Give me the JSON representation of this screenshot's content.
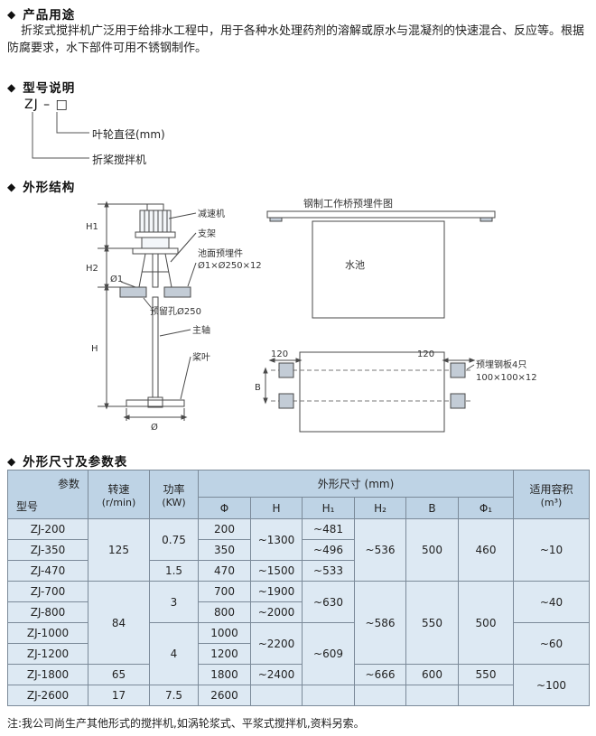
{
  "bullet": "◆",
  "colors": {
    "table_header_bg": "#bed3e5",
    "table_body_bg": "#dde9f3",
    "table_border": "#7b8a99"
  },
  "usage": {
    "title": "产品用途",
    "body": "折浆式搅拌机广泛用于给排水工程中，用于各种水处理药剂的溶解或原水与混凝剂的快速混合、反应等。根据防腐要求，水下部件可用不锈钢制作。"
  },
  "model_section": {
    "title": "型号说明",
    "code": "ZJ – □",
    "impeller_label": "叶轮直径(mm)",
    "machine_label": "折桨搅拌机"
  },
  "structure": {
    "title": "外形结构",
    "left": {
      "reducer": "减速机",
      "bracket": "支架",
      "embed_line1": "池面预埋件",
      "embed_line2": "Ø1×Ø250×12",
      "hole": "预留孔Ø250",
      "shaft": "主轴",
      "paddle": "桨叶",
      "dim_h1": "H1",
      "dim_h2": "H2",
      "dim_h": "H",
      "dim_phi1": "Ø1",
      "dim_phi": "Ø"
    },
    "right": {
      "title": "钢制工作桥预埋件图",
      "pool": "水池",
      "dim_120_left": "120",
      "dim_120_right": "120",
      "dim_b": "B",
      "plate_line1": "预埋钢板4只",
      "plate_line2": "100×100×12"
    }
  },
  "table": {
    "title": "外形尺寸及参数表",
    "header": {
      "corner_top": "参数",
      "corner_bottom": "型号",
      "speed_l1": "转速",
      "speed_l2": "(r/min)",
      "power_l1": "功率",
      "power_l2": "(KW)",
      "dims_group": "外形尺寸 (mm)",
      "col_phi": "Φ",
      "col_h": "H",
      "col_h1": "H₁",
      "col_h2": "H₂",
      "col_b": "B",
      "col_phi1": "Φ₁",
      "volume_l1": "适用容积",
      "volume_l2": "(m³)"
    },
    "rows": [
      {
        "model": "ZJ-200",
        "speed": "125",
        "power": "0.75",
        "phi": "200",
        "h": "~1300",
        "h1": "~481",
        "h2": "~536",
        "b": "500",
        "phi1": "460",
        "vol": "~10"
      },
      {
        "model": "ZJ-350",
        "phi": "350",
        "h1": "~496"
      },
      {
        "model": "ZJ-470",
        "power": "1.5",
        "phi": "470",
        "h": "~1500",
        "h1": "~533"
      },
      {
        "model": "ZJ-700",
        "speed": "84",
        "power": "3",
        "phi": "700",
        "h": "~1900",
        "h1": "~630",
        "h2": "~586",
        "b": "550",
        "phi1": "500",
        "vol": "~40"
      },
      {
        "model": "ZJ-800",
        "phi": "800",
        "h": "~2000"
      },
      {
        "model": "ZJ-1000",
        "power": "4",
        "phi": "1000",
        "h": "~2200",
        "h1": "~609",
        "vol": "~60"
      },
      {
        "model": "ZJ-1200",
        "phi": "1200"
      },
      {
        "model": "ZJ-1800",
        "speed": "65",
        "phi": "1800",
        "h": "~2400",
        "h2": "~666",
        "b": "600",
        "phi1": "550",
        "vol": "~100"
      },
      {
        "model": "ZJ-2600",
        "speed": "17",
        "power": "7.5",
        "phi": "2600",
        "h": "",
        "h1": "",
        "h2": "",
        "b": "",
        "phi1": ""
      }
    ]
  },
  "note": "注:我公司尚生产其他形式的搅拌机,如涡轮浆式、平浆式搅拌机,资料另索。"
}
